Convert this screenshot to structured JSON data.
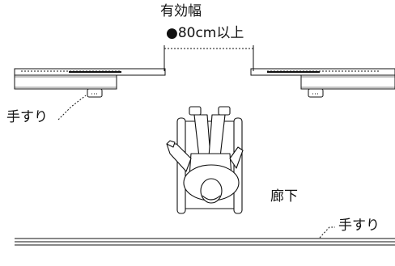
{
  "labels": {
    "effective_width_title": "有効幅",
    "effective_width_value": "●80cm以上",
    "handrail_left": "手すり",
    "corridor": "廊下",
    "handrail_bottom": "手すり"
  }
}
